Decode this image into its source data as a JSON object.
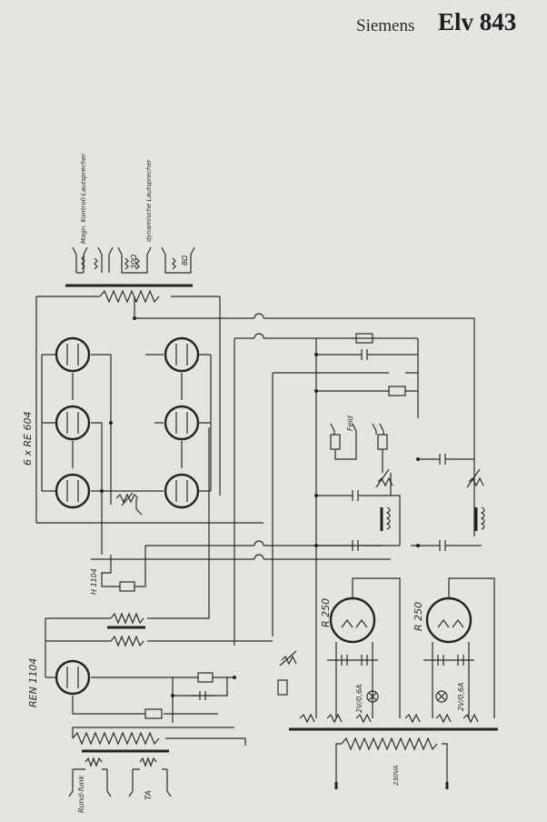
{
  "header": {
    "brand": "Siemens",
    "model": "Elv 843"
  },
  "labels": {
    "speaker_kontroll": "Magn. Kontroll-Lautsprecher",
    "speaker_dynamic": "dynamische Lautsprecher",
    "ohm_30": "30Ω",
    "ohm_8": "8Ω",
    "output_tubes": "6 x RE 604",
    "h_tube": "H 1104",
    "input_tube": "REN 1104",
    "rundfunk": "Rund-funk",
    "ta": "TA",
    "feld": "Feld",
    "rect_1": "R 250",
    "rect_2": "R 250",
    "lamp_1": "2V/0,6A",
    "lamp_2": "2V/0,6A",
    "mains": "230VA"
  },
  "colors": {
    "paper": "#e4e4e0",
    "ink": "#222222"
  }
}
